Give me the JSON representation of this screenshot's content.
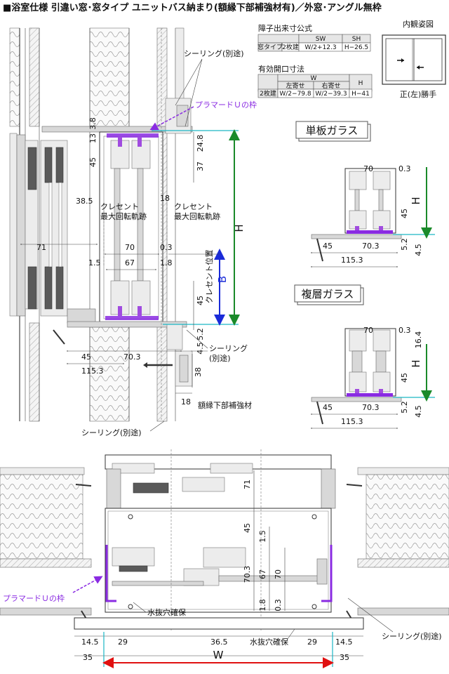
{
  "title": "■浴室仕様 引違い窓･窓タイプ ユニットバス納まり(額縁下部補強材有)／外窓･アングル無枠",
  "table1": {
    "caption": "障子出来寸公式",
    "headers": [
      "SW",
      "SH"
    ],
    "row": [
      "窓タイプ",
      "2枚建",
      "W/2+12.3",
      "H−26.5"
    ]
  },
  "table2": {
    "caption": "有効開口寸法",
    "header_w": "W",
    "header_h": "H",
    "sub_headers": [
      "左寄せ",
      "右寄せ"
    ],
    "row": [
      "2枚建",
      "W/2−79.8",
      "W/2−39.3",
      "H−41"
    ]
  },
  "inner_view": {
    "title": "内観姿図",
    "caption": "正(左)勝手"
  },
  "labels": {
    "sealing": "シーリング(別途)",
    "sealing_line1": "シーリング",
    "sealing_line2": "(別途)",
    "plamard": "プラマードＵの枠",
    "crescent1": "クレセント",
    "crescent2": "最大回転軌跡",
    "crescent_pos": "クレセント位置",
    "reinforce": "額縁下部補強材",
    "drain": "水抜穴確保",
    "single_glass": "単板ガラス",
    "double_glass": "複層ガラス",
    "H": "H",
    "B": "B",
    "W": "W"
  },
  "dims_main": {
    "d3_8": "3.8",
    "d13": "13",
    "d24_8": "24.8",
    "d45a": "45",
    "d37": "37",
    "d38_5": "38.5",
    "d18a": "18",
    "d71": "71",
    "d70": "70",
    "d0_3": "0.3",
    "d1_5": "1.5",
    "d67": "67",
    "d1_8": "1.8",
    "d45b": "45",
    "d5_2": "5.2",
    "d4_5": "4.5",
    "d45c": "45",
    "d70_3": "70.3",
    "d115_3": "115.3",
    "d38": "38",
    "d18b": "18"
  },
  "dims_single": {
    "d70": "70",
    "d0_3": "0.3",
    "d45": "45",
    "d45b": "45",
    "d70_3": "70.3",
    "d5_2": "5.2",
    "d4_5": "4.5",
    "d115_3": "115.3"
  },
  "dims_double": {
    "d70": "70",
    "d0_3": "0.3",
    "d16_4": "16.4",
    "d45": "45",
    "d45b": "45",
    "d70_3": "70.3",
    "d5_2": "5.2",
    "d4_5": "4.5",
    "d115_3": "115.3"
  },
  "dims_plan": {
    "d71": "71",
    "d45": "45",
    "d1_5": "1.5",
    "d70_3": "70.3",
    "d67": "67",
    "d70": "70",
    "d1_8": "1.8",
    "d0_3": "0.3",
    "d14_5a": "14.5",
    "d29a": "29",
    "d36_5": "36.5",
    "d29b": "29",
    "d14_5b": "14.5",
    "d35a": "35",
    "d35b": "35"
  },
  "colors": {
    "purple": "#8a2be2",
    "blue": "#1a2bd8",
    "green": "#1a8a2a",
    "red": "#e01010",
    "cyan": "#1cb6c4"
  }
}
